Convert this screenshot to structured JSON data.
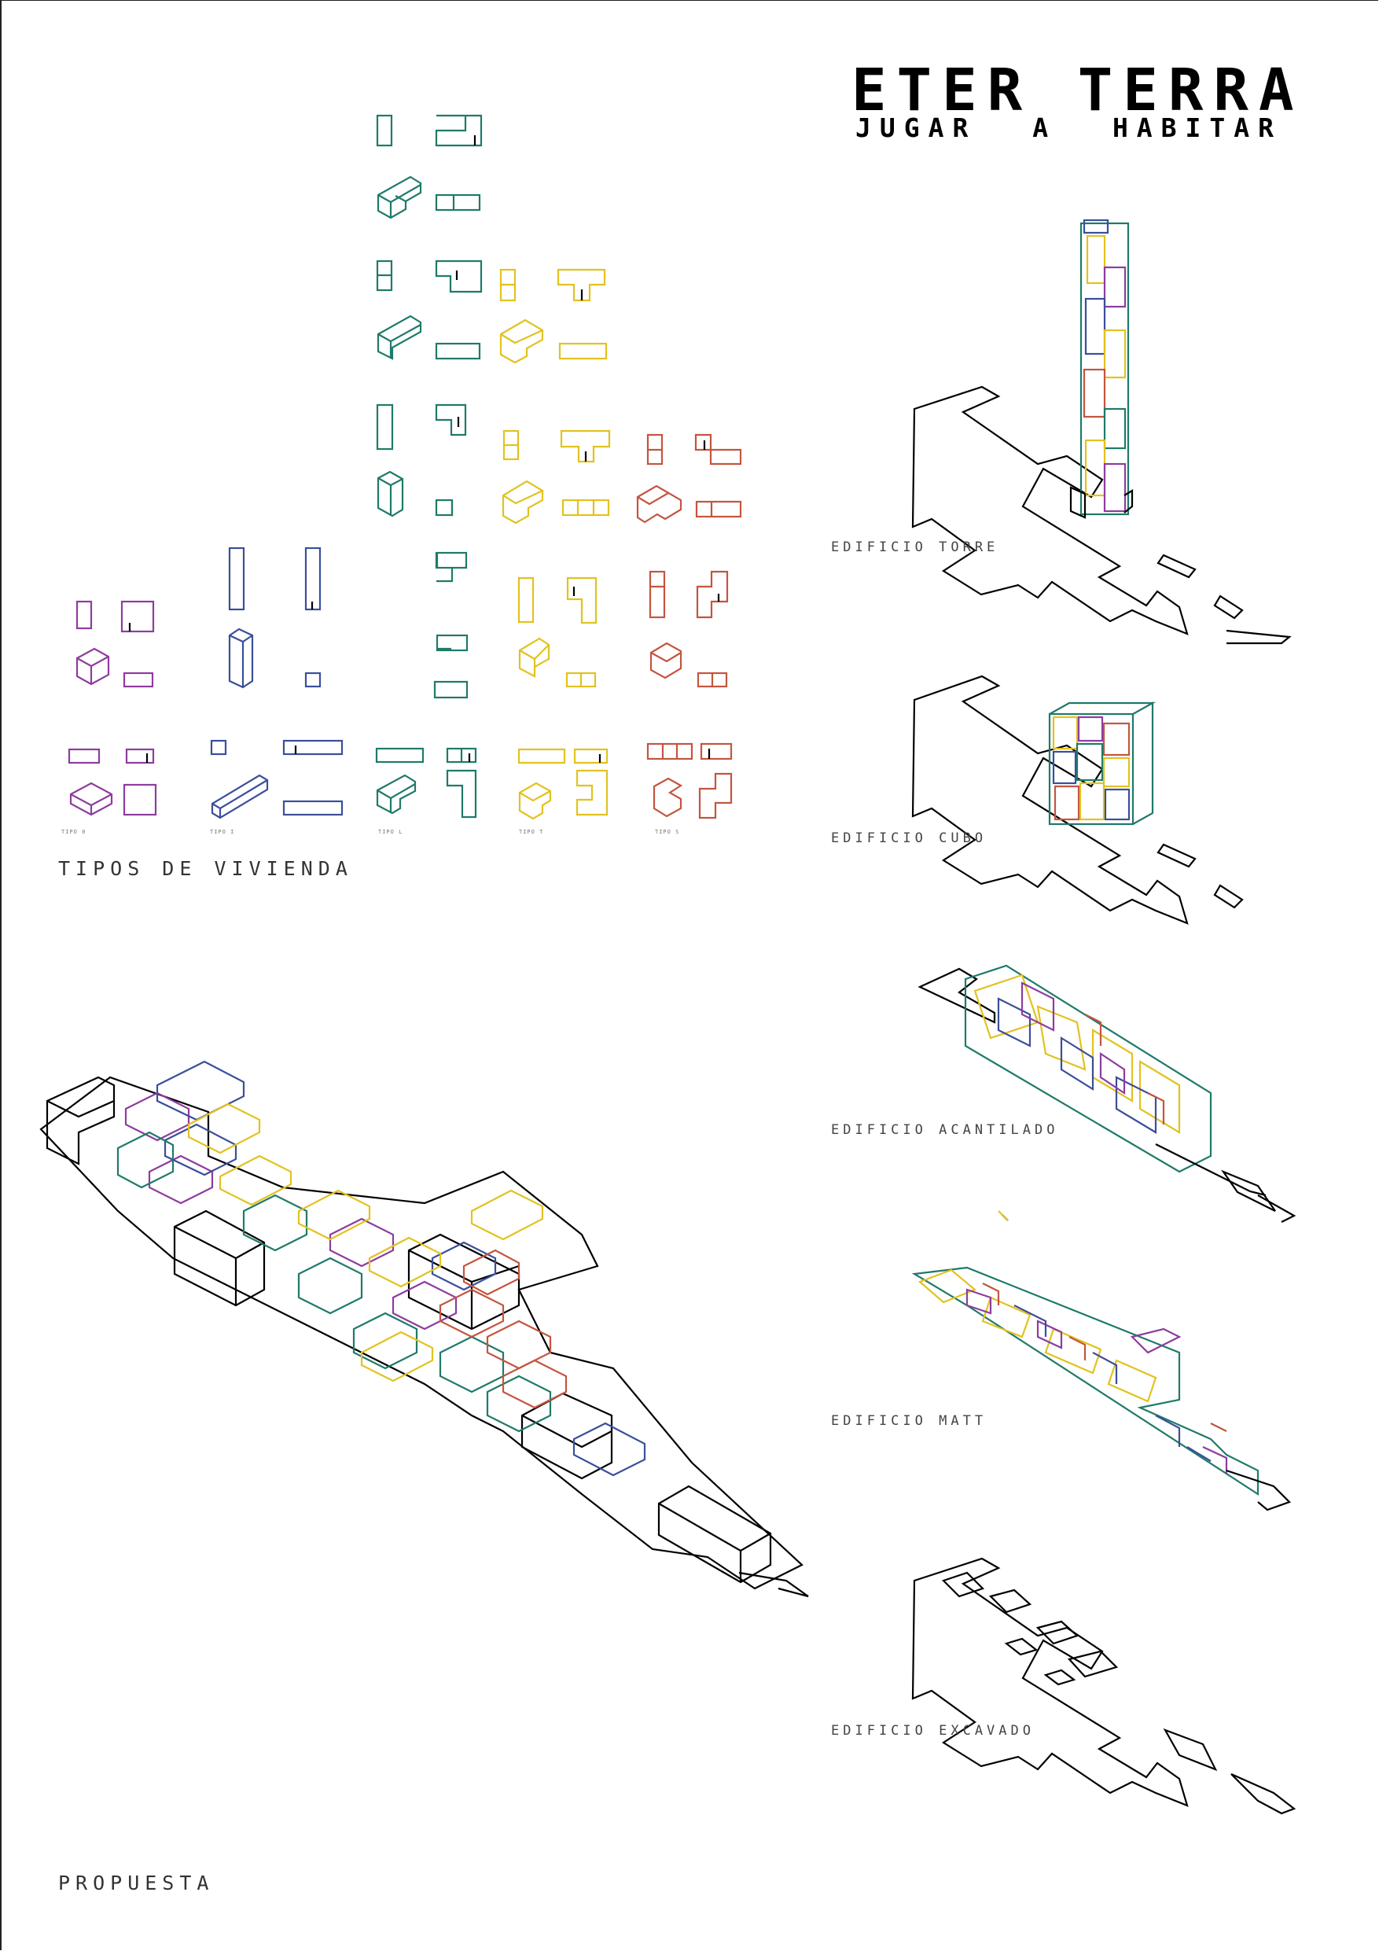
{
  "poster": {
    "title": "ETER TERRA",
    "subtitle": "JUGAR A HABITAR"
  },
  "housing_types": {
    "section_title": "TIPOS DE VIVIENDA",
    "types": [
      {
        "label": "TIPO 0",
        "color": "#8e3c9e"
      },
      {
        "label": "TIPO I",
        "color": "#3a4f9a"
      },
      {
        "label": "TIPO L",
        "color": "#1f7a6a"
      },
      {
        "label": "TIPO T",
        "color": "#e2c21f"
      },
      {
        "label": "TIPO S",
        "color": "#c4553f"
      }
    ]
  },
  "buildings": [
    {
      "label": "EDIFICIO TORRE"
    },
    {
      "label": "EDIFICIO CUBO"
    },
    {
      "label": "EDIFICIO ACANTILADO"
    },
    {
      "label": "EDIFICIO MATT"
    },
    {
      "label": "EDIFICIO EXCAVADO"
    }
  ],
  "proposal": {
    "section_title": "PROPUESTA"
  },
  "colors": {
    "purple": "#8e3c9e",
    "blue": "#3a4f9a",
    "teal": "#1f7a6a",
    "yellow": "#e2c21f",
    "red": "#c4553f",
    "ink": "#000000"
  }
}
